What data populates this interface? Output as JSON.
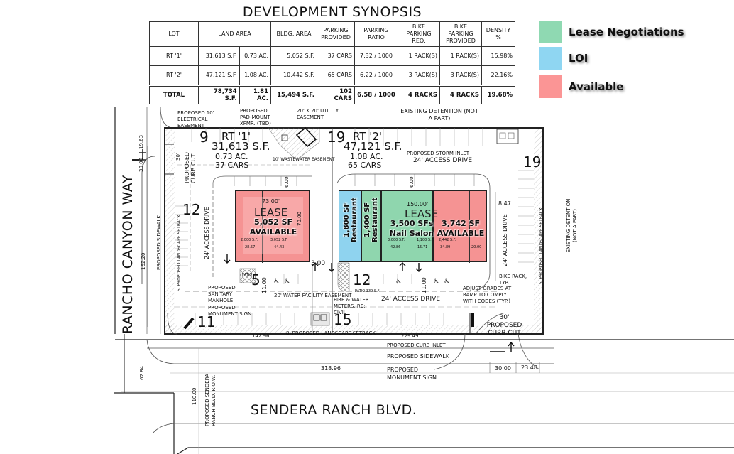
{
  "synopsis": {
    "title": "DEVELOPMENT SYNOPSIS",
    "headers": {
      "lot": "LOT",
      "land_area": "LAND AREA",
      "bldg_area": "BLDG. AREA",
      "parking_provided": "PARKING PROVIDED",
      "parking_ratio": "PARKING RATIO",
      "bike_req": "BIKE PARKING REQ.",
      "bike_provided": "BIKE PARKING PROVIDED",
      "density": "DENSITY %"
    },
    "rows": [
      {
        "lot": "RT '1'",
        "sf": "31,613 S.F.",
        "ac": "0.73 AC.",
        "bldg": "5,052 S.F.",
        "parking": "37 CARS",
        "ratio": "7.32 / 1000",
        "bike_req": "1 RACK(S)",
        "bike_prov": "1 RACK(S)",
        "density": "15.98%"
      },
      {
        "lot": "RT '2'",
        "sf": "47,121 S.F.",
        "ac": "1.08 AC.",
        "bldg": "10,442 S.F.",
        "parking": "65 CARS",
        "ratio": "6.22 / 1000",
        "bike_req": "3 RACK(S)",
        "bike_prov": "3 RACK(S)",
        "density": "22.16%"
      }
    ],
    "total": {
      "lot": "TOTAL",
      "sf": "78,734 S.F.",
      "ac": "1.81 AC.",
      "bldg": "15,494 S.F.",
      "parking": "102 CARS",
      "ratio": "6.58 / 1000",
      "bike_req": "4 RACKS",
      "bike_prov": "4 RACKS",
      "density": "19.68%"
    }
  },
  "legend": [
    {
      "label": "Lease Negotiations",
      "color": "#8fd9b2"
    },
    {
      "label": "LOI",
      "color": "#8fd6f2"
    },
    {
      "label": "Available",
      "color": "#fb9595"
    }
  ],
  "colors": {
    "available": "#f59393",
    "loi": "#8fd3ef",
    "lease_negotiations": "#8fd6ae",
    "line": "#222222"
  },
  "site": {
    "lot1": {
      "name": "RT '1'",
      "sf": "31,613 S.F.",
      "ac": "0.73 AC.",
      "cars": "37 CARS",
      "stall_count_top": "9",
      "stall_count_left": "12",
      "stall_count_bottom_left": "11",
      "stall_count_bottom": "5"
    },
    "lot2": {
      "name": "RT '2'",
      "sf": "47,121 S.F.",
      "ac": "1.08 AC.",
      "cars": "65 CARS",
      "stall_count_top": "19",
      "stall_count_right": "19",
      "stall_count_bottom": "12",
      "stall_count_bottom_mid": "15"
    },
    "building1": {
      "lease_word": "LEASE",
      "width_dim": "73.00'",
      "depth_dim": "70.00",
      "suites": [
        {
          "sf": "5,052 SF",
          "status": "AVAILABLE",
          "sub_areas": [
            "2,000 S.F.",
            "3,052 S.F."
          ],
          "sub_widths": [
            "28.57",
            "44.43"
          ]
        }
      ]
    },
    "building2": {
      "lease_word": "LEASE",
      "width_dim": "150.00'",
      "suites": [
        {
          "sf": "1,800 SF",
          "use": "Restaurant",
          "status": "LOI"
        },
        {
          "sf": "1,400 SF",
          "use": "Restaurant",
          "status": "Lease Negotiations"
        },
        {
          "sf": "3,500 SFs",
          "use": "Nail Salon",
          "status": "Lease Negotiations"
        },
        {
          "sf": "3,742 SF",
          "use": "AVAILABLE",
          "status": "Available"
        }
      ],
      "sub_areas": [
        "3,000 S.F.",
        "1,100 S.F.",
        "2,442 S.F."
      ],
      "sub_widths": [
        "42.86",
        "15.71",
        "34.89",
        "20.00"
      ]
    },
    "annotations": {
      "electrical_easement": "PROPOSED 10' ELECTRICAL EASEMENT",
      "pad_mount": "PROPOSED PAD-MOUNT XFMR. (TBD)",
      "utility_easement": "20' X 20' UTILITY EASEMENT",
      "existing_detention_top": "EXISTING DETENTION (NOT A PART)",
      "storm_inlet": "PROPOSED STORM INLET",
      "access_drive_top": "24' ACCESS DRIVE",
      "wastewater_easement": "10' WASTEWATER EASEMENT",
      "curb_cut_left": "PROPOSED CURB CUT",
      "curb_cut_left_dim": "30'",
      "sidewalk_left": "PROPOSED SIDEWALK",
      "landscape_setback_left": "5' PROPOSED LANDSCAPE SETBACK",
      "access_drive_left": "24' ACCESS DRIVE",
      "access_drive_right": "24' ACCESS DRIVE",
      "access_drive_bottom": "24' ACCESS DRIVE",
      "landscape_setback_right": "5' PROPOSED LANDSCAPE SETBACK",
      "existing_detention_right": "EXISTING DETENTION (NOT A PART)",
      "sanitary_manhole": "PROPOSED SANITARY MANHOLE",
      "monument_sign_left": "PROPOSED MONUMENT SIGN",
      "water_facility_easement": "20' WATER FACILITY EASEMENT",
      "fire_water_meters": "FIRE & WATER METERS, RE: CIVIL",
      "landscape_setback_bottom": "8' PROPOSED LANDSCAPE SETBACK",
      "bike_rack": "BIKE RACK, TYP.",
      "adjust_grades": "ADJUST GRADES AT RAMP TO COMPLY WITH CODES (TYP.)",
      "curb_cut_right": "30' PROPOSED CURB CUT",
      "curb_inlet": "PROPOSED CURB INLET",
      "sidewalk_bottom": "PROPOSED SIDEWALK",
      "monument_sign_bottom": "PROPOSED MONUMENT SIGN",
      "patio1": "PATIO",
      "patio2": "PATIO 339 S.F.",
      "sendera_row": "PROPOSED SENDERA RANCH BLVD. R.O.W."
    },
    "dimensions": {
      "d_19_63": "19.63",
      "d_30_00_left": "30.00",
      "d_162_20": "162.20",
      "d_62_84": "62.84",
      "d_110_00": "110.00",
      "d_142_96": "142.96",
      "d_229_49": "229.49'",
      "d_318_96": "318.96",
      "d_30_00_bottom": "30.00",
      "d_23_48": "23.48",
      "d_8_47": "8.47",
      "d_3_00": "3.00",
      "d_11_00_a": "11.00",
      "d_11_00_b": "11.00",
      "d_6_00_a": "6.00",
      "d_6_00_b": "6.00"
    },
    "streets": {
      "west": "RANCHO CANYON WAY",
      "south": "SENDERA RANCH BLVD."
    }
  }
}
